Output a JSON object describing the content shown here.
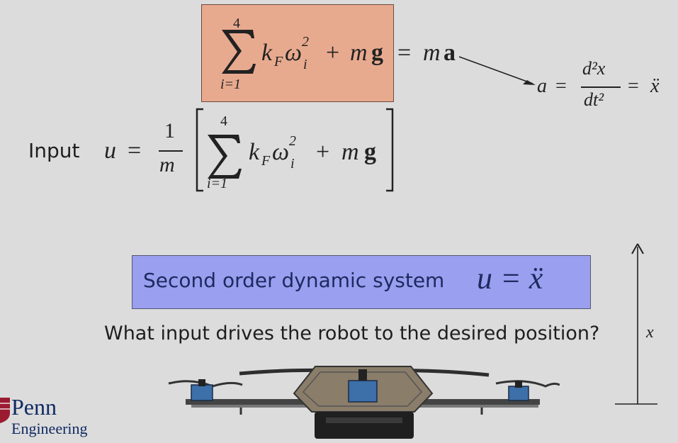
{
  "top_equation": {
    "sum_upper": "4",
    "sum_lower": "i=1",
    "k": "k",
    "k_sub": "F",
    "omega": "ω",
    "omega_sub": "i",
    "omega_sup": "2",
    "plus": "+",
    "mg_m": "m",
    "mg_g": "g",
    "equals": "=",
    "ma_m": "m",
    "ma_a": "a"
  },
  "accel_definition": {
    "lhs": "a",
    "equals1": "=",
    "numerator": "d²x",
    "denominator": "dt²",
    "equals2": "=",
    "rhs": "ẍ"
  },
  "input_equation": {
    "label": "Input",
    "u": "u",
    "equals": "=",
    "frac_num": "1",
    "frac_den": "m",
    "sum_upper": "4",
    "sum_lower": "i=1"
  },
  "banner": {
    "text": "Second order dynamic system",
    "equation": "u = ẍ",
    "color": "#9a9ff0"
  },
  "question": "What input drives the robot to the desired position?",
  "axis_label": "x",
  "logo": {
    "line1": "Penn",
    "line2": "Engineering"
  }
}
